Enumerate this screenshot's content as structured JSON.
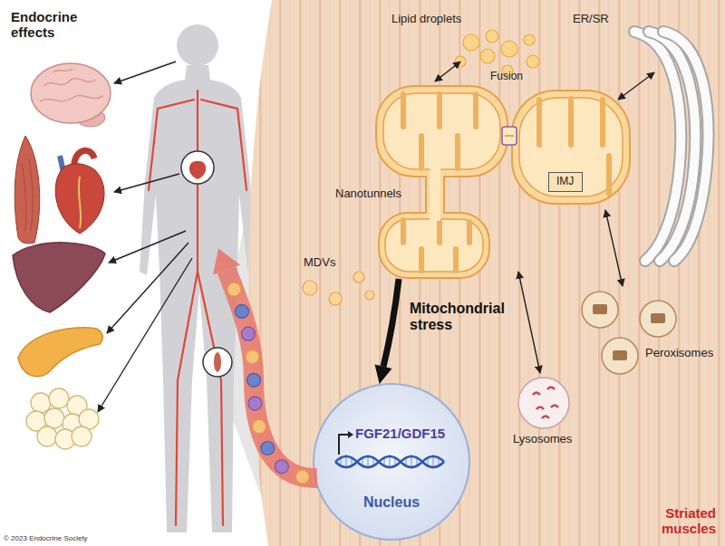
{
  "diagram": {
    "title": "Endocrine effects",
    "nodes": [
      {
        "text": [
          "Striated muscles"
        ]
      },
      {
        "text": [
          "IMJ"
        ],
        "in": 0
      },
      {
        "text": [
          "FGF21/GDF15",
          "Nucleus"
        ],
        "in": 0
      }
    ],
    "labels": [
      "Lipid droplets",
      "ER/SR",
      "Fusion",
      "Nanotunnels",
      "MDVs",
      "Mitochondrial stress",
      "Peroxisomes",
      "Lysosomes",
      "© 2023 Endocrine Society"
    ]
  }
}
